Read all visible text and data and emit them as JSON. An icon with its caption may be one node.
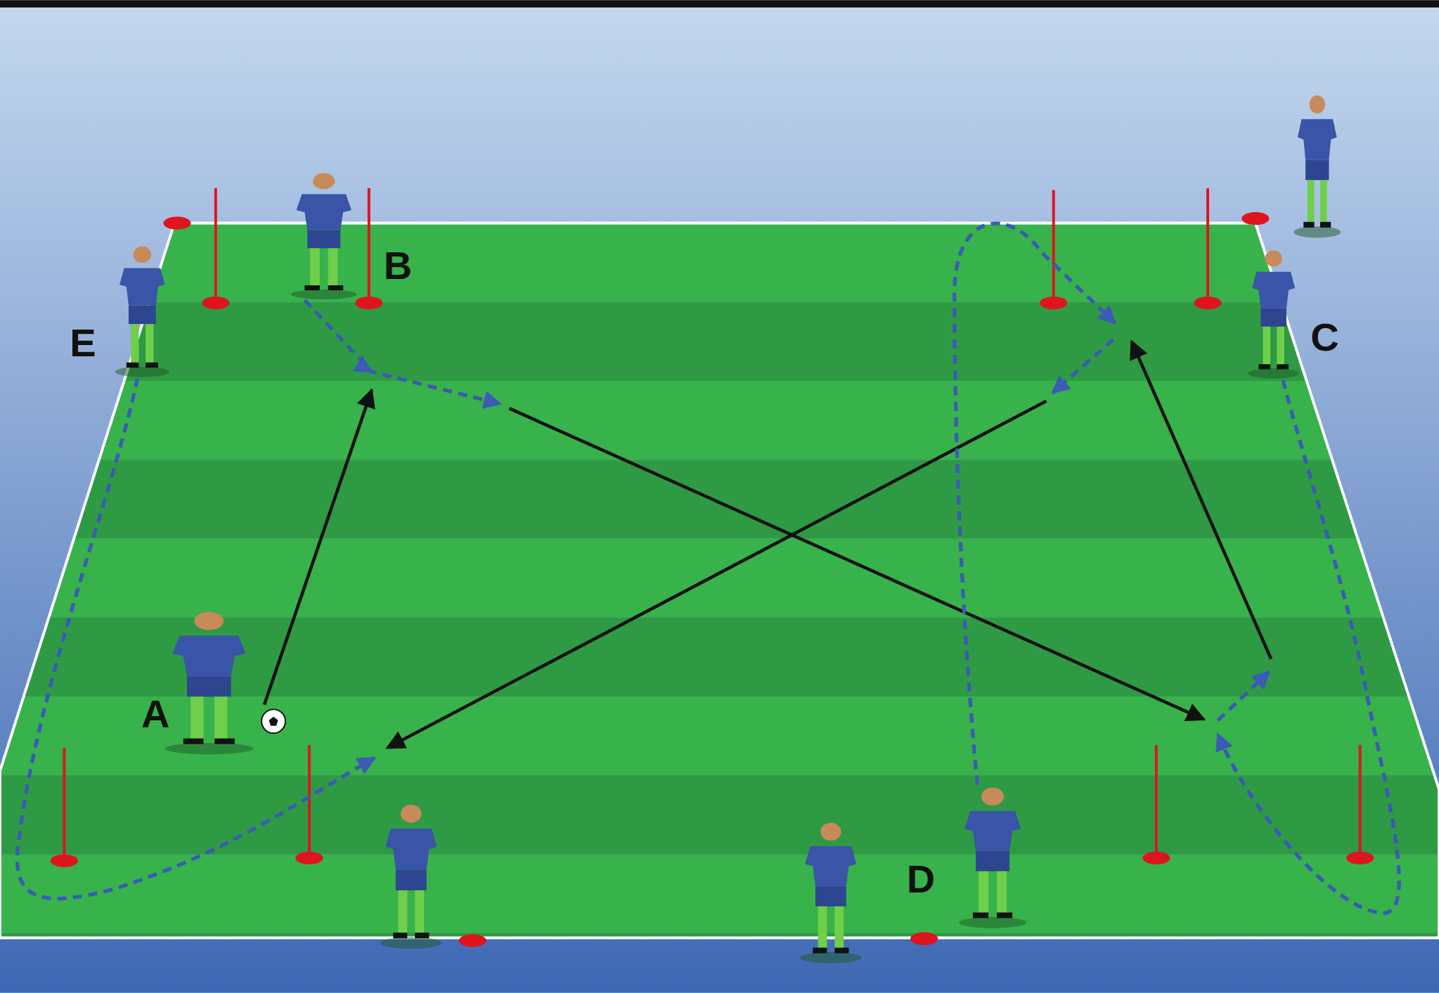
{
  "diagram": {
    "nodes": [
      {
        "text": [],
        "shape": "person"
      },
      {
        "text": [],
        "shape": "person",
        "beside": [
          "B"
        ]
      },
      {
        "text": [],
        "shape": "person",
        "beside": [
          "E"
        ]
      },
      {
        "text": [],
        "shape": "person",
        "beside": [
          "C"
        ]
      },
      {
        "text": [],
        "shape": "person",
        "beside": [
          "A"
        ]
      },
      {
        "text": [],
        "shape": "person",
        "beside": [
          "D"
        ]
      },
      {
        "text": [],
        "shape": "person"
      },
      {
        "text": [],
        "shape": "person"
      }
    ],
    "edges": [
      {
        "from": 4,
        "to": null,
        "arrow": "to",
        "color": "#111111"
      },
      {
        "from": 1,
        "to": null,
        "arrow": "to",
        "style": "dashed"
      },
      {
        "from": 3,
        "to": null,
        "arrow": "to",
        "style": "dashed"
      },
      {
        "from": 5,
        "to": null,
        "arrow": "to",
        "style": "dashed"
      },
      {
        "from": 2,
        "to": null,
        "arrow": "to",
        "style": "dashed"
      }
    ]
  }
}
